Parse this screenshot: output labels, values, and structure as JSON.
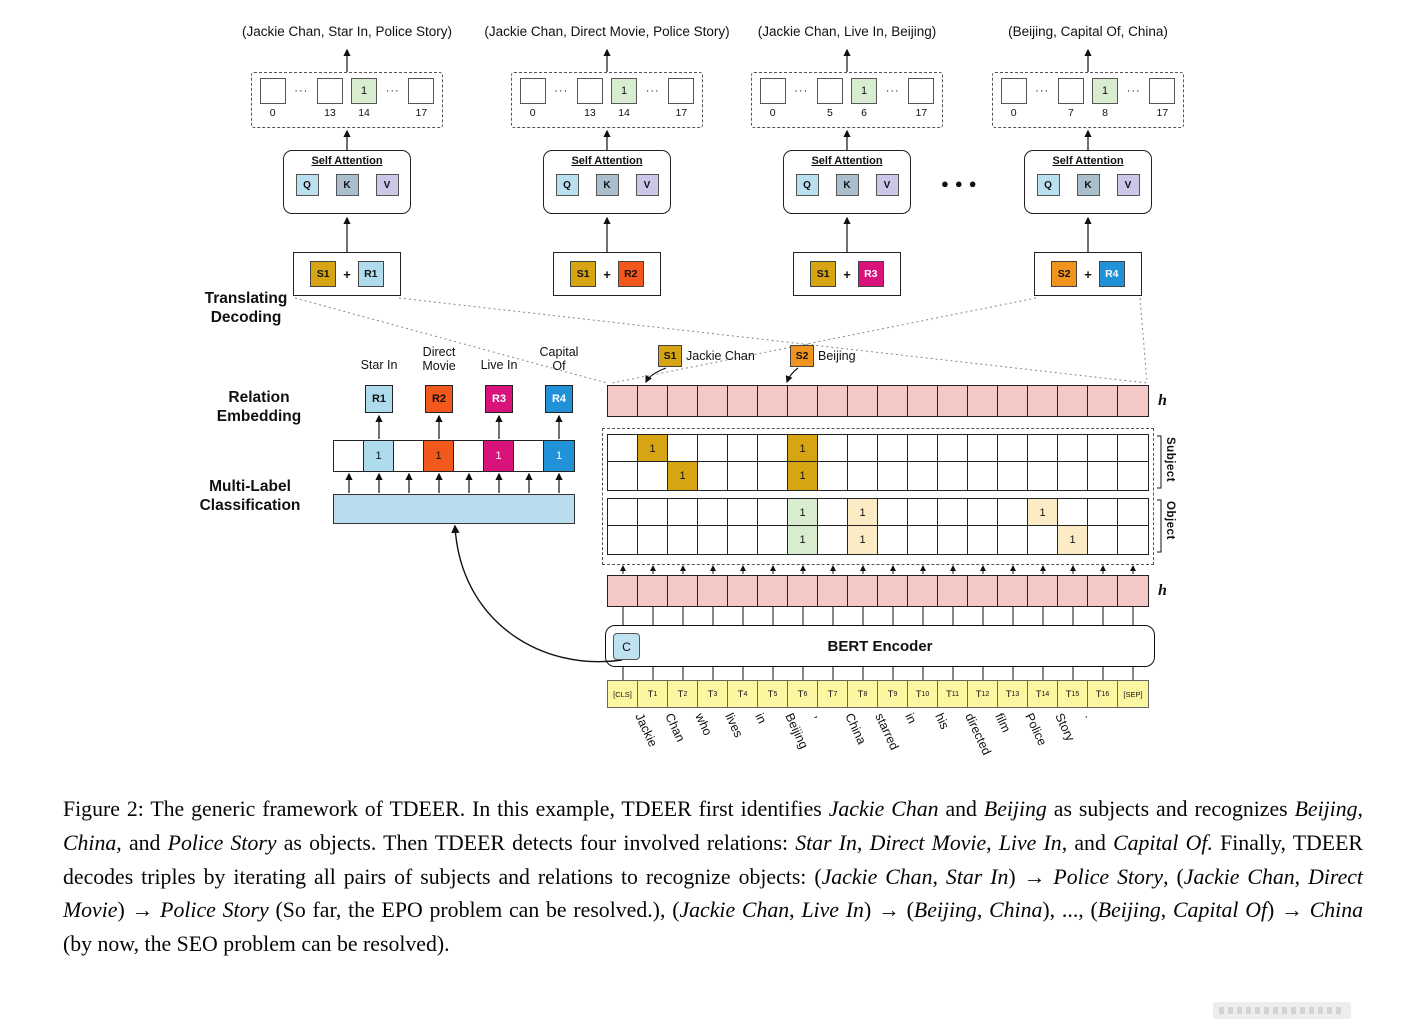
{
  "one": "1",
  "plus": "+",
  "cell_dots": "···",
  "dots_separator": "●●●",
  "colors": {
    "bar_blue": "#b9ddee",
    "c_box": "#bfe2f0",
    "token_yellow": "#fbf6a0"
  },
  "outputs": [
    {
      "triple": "(Jackie Chan, Star In, Police Story)",
      "slots": [
        {
          "n": "0"
        },
        {
          "dots": true
        },
        {
          "n": "13"
        },
        {
          "n": "14",
          "one": true
        },
        {
          "dots": true
        },
        {
          "n": "17"
        }
      ]
    },
    {
      "triple": "(Jackie Chan, Direct Movie, Police Story)",
      "slots": [
        {
          "n": "0"
        },
        {
          "dots": true
        },
        {
          "n": "13"
        },
        {
          "n": "14",
          "one": true
        },
        {
          "dots": true
        },
        {
          "n": "17"
        }
      ]
    },
    {
      "triple": "(Jackie Chan, Live In, Beijing)",
      "slots": [
        {
          "n": "0"
        },
        {
          "dots": true
        },
        {
          "n": "5"
        },
        {
          "n": "6",
          "one": true
        },
        {
          "dots": true
        },
        {
          "n": "17"
        }
      ]
    },
    {
      "triple": "(Beijing, Capital Of, China)",
      "slots": [
        {
          "n": "0"
        },
        {
          "dots": true
        },
        {
          "n": "7"
        },
        {
          "n": "8",
          "one": true
        },
        {
          "dots": true
        },
        {
          "n": "17"
        }
      ]
    }
  ],
  "self_attention": {
    "title": "Self Attention",
    "qkv": [
      {
        "label": "Q",
        "bg": "#badfee"
      },
      {
        "label": "K",
        "bg": "#a9bfcc"
      },
      {
        "label": "V",
        "bg": "#cbc7e6"
      }
    ]
  },
  "sr_pairs": [
    {
      "s": "S1",
      "s_bg": "#d7a513",
      "s_fg": "#111111",
      "r": "R1",
      "r_bg": "#aedcec",
      "r_fg": "#111111"
    },
    {
      "s": "S1",
      "s_bg": "#d7a513",
      "s_fg": "#111111",
      "r": "R2",
      "r_bg": "#f2571c",
      "r_fg": "#111111"
    },
    {
      "s": "S1",
      "s_bg": "#d7a513",
      "s_fg": "#111111",
      "r": "R3",
      "r_bg": "#d9127c",
      "r_fg": "#ffffff"
    },
    {
      "s": "S2",
      "s_bg": "#f0941e",
      "s_fg": "#111111",
      "r": "R4",
      "r_bg": "#2191d8",
      "r_fg": "#ffffff"
    }
  ],
  "labels": {
    "translating_decoding": "Translating\nDecoding",
    "relation_embedding": "Relation\nEmbedding",
    "multi_label": "Multi-Label\nClassification",
    "h": "h",
    "subject": "Subject",
    "object": "Object",
    "bert": "BERT Encoder",
    "c": "C"
  },
  "relations": [
    {
      "name": "Star In",
      "code": "R1",
      "bg": "#aedcec",
      "fg": "#111111"
    },
    {
      "name": "Direct\nMovie",
      "code": "R2",
      "bg": "#f2571c",
      "fg": "#111111"
    },
    {
      "name": "Live In",
      "code": "R3",
      "bg": "#d9127c",
      "fg": "#ffffff"
    },
    {
      "name": "Capital\nOf",
      "code": "R4",
      "bg": "#2191d8",
      "fg": "#ffffff"
    }
  ],
  "relation_row": [
    null,
    {
      "bg": "#aedcec",
      "fg": "#111111"
    },
    null,
    {
      "bg": "#f2571c",
      "fg": "#111111"
    },
    null,
    {
      "bg": "#d9127c",
      "fg": "#ffffff"
    },
    null,
    {
      "bg": "#2191d8",
      "fg": "#ffffff"
    }
  ],
  "span_labels": [
    {
      "tag": "S1",
      "bg": "#d7a513",
      "fg": "#111111",
      "text": "Jackie Chan"
    },
    {
      "tag": "S2",
      "bg": "#f0941e",
      "fg": "#111111",
      "text": "Beijing"
    }
  ],
  "grid": {
    "cols": 18,
    "h_color": "#f5c8c8",
    "subject_rows": [
      {
        "ones": [
          {
            "col": 1,
            "bg": "#d7a513"
          },
          {
            "col": 6,
            "bg": "#d7a513"
          }
        ]
      },
      {
        "ones": [
          {
            "col": 2,
            "bg": "#d7a513"
          },
          {
            "col": 6,
            "bg": "#d7a513"
          }
        ]
      }
    ],
    "object_rows": [
      {
        "ones": [
          {
            "col": 6,
            "bg": "#d8ecd0"
          },
          {
            "col": 8,
            "bg": "#fcecc6"
          },
          {
            "col": 14,
            "bg": "#fcecc6"
          }
        ]
      },
      {
        "ones": [
          {
            "col": 6,
            "bg": "#d8ecd0"
          },
          {
            "col": 8,
            "bg": "#fcecc6"
          },
          {
            "col": 15,
            "bg": "#fcecc6"
          }
        ]
      }
    ]
  },
  "tokens": [
    {
      "t": "[CLS]"
    },
    {
      "t": "T",
      "sub": "1"
    },
    {
      "t": "T",
      "sub": "2"
    },
    {
      "t": "T",
      "sub": "3"
    },
    {
      "t": "T",
      "sub": "4"
    },
    {
      "t": "T",
      "sub": "5"
    },
    {
      "t": "T",
      "sub": "6"
    },
    {
      "t": "T",
      "sub": "7"
    },
    {
      "t": "T",
      "sub": "8"
    },
    {
      "t": "T",
      "sub": "9"
    },
    {
      "t": "T",
      "sub": "10"
    },
    {
      "t": "T",
      "sub": "11"
    },
    {
      "t": "T",
      "sub": "12"
    },
    {
      "t": "T",
      "sub": "13"
    },
    {
      "t": "T",
      "sub": "14"
    },
    {
      "t": "T",
      "sub": "15"
    },
    {
      "t": "T",
      "sub": "16"
    },
    {
      "t": "[SEP]"
    }
  ],
  "words": [
    "Jackie",
    "Chan",
    "who",
    "lives",
    "in",
    "Beijing",
    ",",
    "China",
    "starred",
    "in",
    "his",
    "directed",
    "film",
    "Police",
    "Story",
    "."
  ],
  "caption": [
    {
      "t": "Figure 2: The generic framework of TDEER. In this example, TDEER first identifies "
    },
    {
      "t": "Jackie Chan",
      "i": 1
    },
    {
      "t": " and "
    },
    {
      "t": "Beijing",
      "i": 1
    },
    {
      "t": " as subjects and recognizes "
    },
    {
      "t": "Beijing",
      "i": 1
    },
    {
      "t": ", "
    },
    {
      "t": "China",
      "i": 1
    },
    {
      "t": ", and "
    },
    {
      "t": "Police Story",
      "i": 1
    },
    {
      "t": " as objects. Then TDEER detects four involved relations: "
    },
    {
      "t": "Star In",
      "i": 1
    },
    {
      "t": ", "
    },
    {
      "t": "Direct Movie",
      "i": 1
    },
    {
      "t": ", "
    },
    {
      "t": "Live In",
      "i": 1
    },
    {
      "t": ", and "
    },
    {
      "t": "Capital Of.",
      "i": 1
    },
    {
      "t": " Finally, TDEER decodes triples by iterating all pairs of subjects and relations to recognize objects: ("
    },
    {
      "t": "Jackie Chan",
      "i": 1
    },
    {
      "t": ", "
    },
    {
      "t": "Star In",
      "i": 1
    },
    {
      "t": ") → "
    },
    {
      "t": "Police Story",
      "i": 1
    },
    {
      "t": ", ("
    },
    {
      "t": "Jackie Chan",
      "i": 1
    },
    {
      "t": ", "
    },
    {
      "t": "Direct Movie",
      "i": 1
    },
    {
      "t": ") → "
    },
    {
      "t": "Police Story",
      "i": 1
    },
    {
      "t": " (So far, the EPO problem can be resolved.), ("
    },
    {
      "t": "Jackie Chan",
      "i": 1
    },
    {
      "t": ", "
    },
    {
      "t": "Live In",
      "i": 1
    },
    {
      "t": ") → ("
    },
    {
      "t": "Beijing",
      "i": 1
    },
    {
      "t": ", "
    },
    {
      "t": "China",
      "i": 1
    },
    {
      "t": "), ..., ("
    },
    {
      "t": "Beijing",
      "i": 1
    },
    {
      "t": ", "
    },
    {
      "t": "Capital Of",
      "i": 1
    },
    {
      "t": ") → "
    },
    {
      "t": "China",
      "i": 1
    },
    {
      "t": " (by now, the SEO problem can be resolved)."
    }
  ]
}
